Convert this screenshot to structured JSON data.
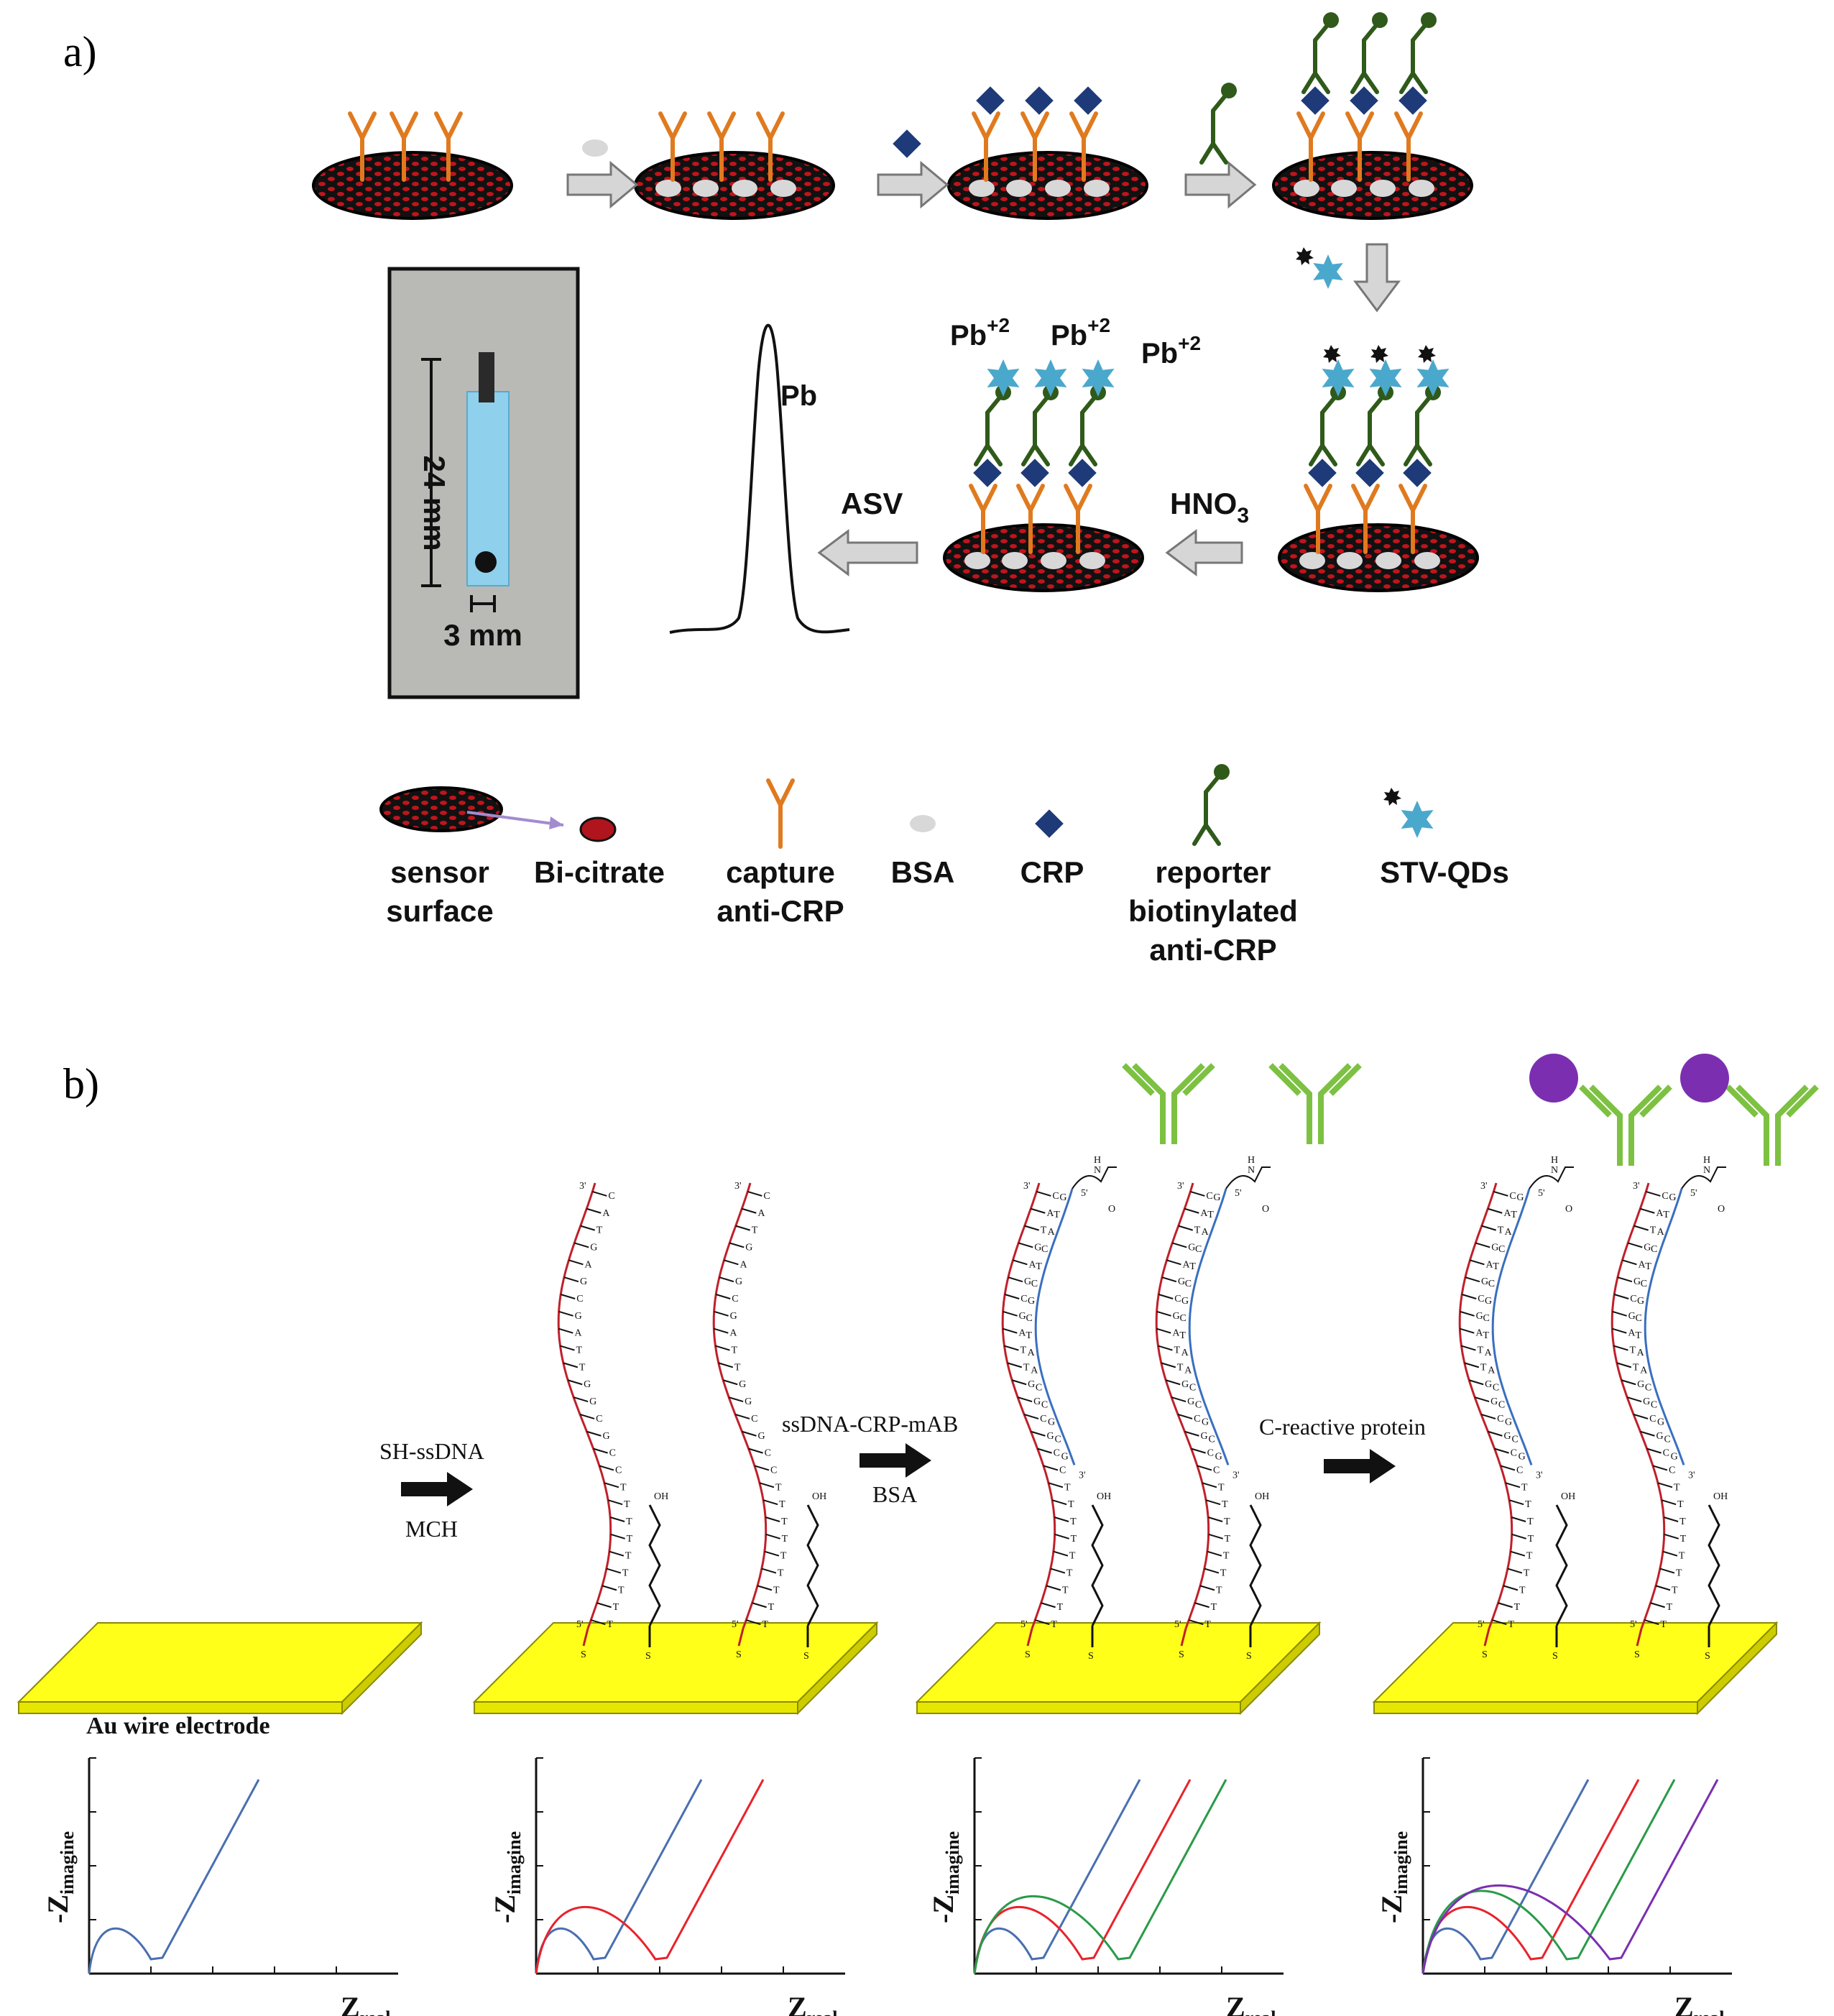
{
  "panel_a": {
    "label": "a)",
    "photo": {
      "length_label": "24 mm",
      "width_label": "3 mm"
    },
    "peak_label": "Pb",
    "ion_label_base": "Pb",
    "ion_label_sup": "+2",
    "step_asv": "ASV",
    "step_hno3_base": "HNO",
    "step_hno3_sub": "3",
    "legend": {
      "sensor": [
        "sensor",
        "surface"
      ],
      "bi": "Bi-citrate",
      "capture": [
        "capture",
        "anti-CRP"
      ],
      "bsa": "BSA",
      "crp": "CRP",
      "reporter": [
        "reporter",
        "biotinylated",
        "anti-CRP"
      ],
      "qd": "STV-QDs"
    }
  },
  "panel_b": {
    "label": "b)",
    "electrode_label": "Au wire electrode",
    "step1": [
      "SH-ssDNA",
      "MCH"
    ],
    "step2": [
      "ssDNA-CRP-mAB",
      "BSA"
    ],
    "step3": "C-reactive protein",
    "strand_labels": {
      "three_prime": "3'",
      "five_prime": "5'",
      "sulfur": "S",
      "hydroxyl": "OH",
      "nitrogen_h": "H",
      "nitrogen": "N",
      "oxygen": "O"
    },
    "probe_bases": [
      "C",
      "A",
      "T",
      "G",
      "A",
      "G",
      "C",
      "G",
      "A",
      "T",
      "T",
      "G",
      "G",
      "C",
      "G",
      "C",
      "C",
      "T",
      "T",
      "T",
      "T",
      "T",
      "T",
      "T",
      "T",
      "T"
    ],
    "target_bases": [
      "G",
      "T",
      "A",
      "C",
      "T",
      "C",
      "G",
      "C",
      "T",
      "A",
      "A",
      "C",
      "C",
      "G",
      "C",
      "G"
    ],
    "axis_y_base": "-Z",
    "axis_y_sub": "imagine",
    "axis_x_base": "Z",
    "axis_x_sub": "real",
    "series_colors": {
      "blue": "#4a6fb0",
      "red": "#e8232b",
      "green": "#2a9a48",
      "purple": "#7b2fb0"
    }
  }
}
